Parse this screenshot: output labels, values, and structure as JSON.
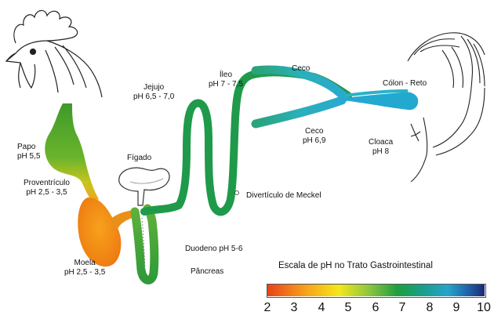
{
  "labels": {
    "papo": [
      "Papo",
      "pH 5,5"
    ],
    "proventriculo": [
      "Proventrículo",
      "pH 2,5 - 3,5"
    ],
    "moela": [
      "Moela",
      "pH 2,5 - 3,5"
    ],
    "figado": "Fígado",
    "jejujo": [
      "Jejujo",
      "pH 6,5 - 7,0"
    ],
    "ileo": [
      "Íleo",
      "pH 7 - 7,5"
    ],
    "ceco_top": "Ceco",
    "ceco_bottom": [
      "Ceco",
      "pH 6,9"
    ],
    "colon": "Cólon - Reto",
    "cloaca": [
      "Cloaca",
      "pH 8"
    ],
    "diverticulo": "Divertículo de Meckel",
    "duodeno": "Duodeno pH 5-6",
    "pancreas": "Pâncreas"
  },
  "scale": {
    "title": "Escala de pH no Trato Gastrointestinal",
    "ticks": [
      "2",
      "3",
      "4",
      "5",
      "6",
      "7",
      "8",
      "9",
      "10"
    ],
    "colors": [
      "#e8401a",
      "#f7a21b",
      "#f5e71a",
      "#8cc63f",
      "#1e9e3f",
      "#1a9e8f",
      "#26a5c9",
      "#1f5ea8",
      "#1b2a72"
    ]
  }
}
